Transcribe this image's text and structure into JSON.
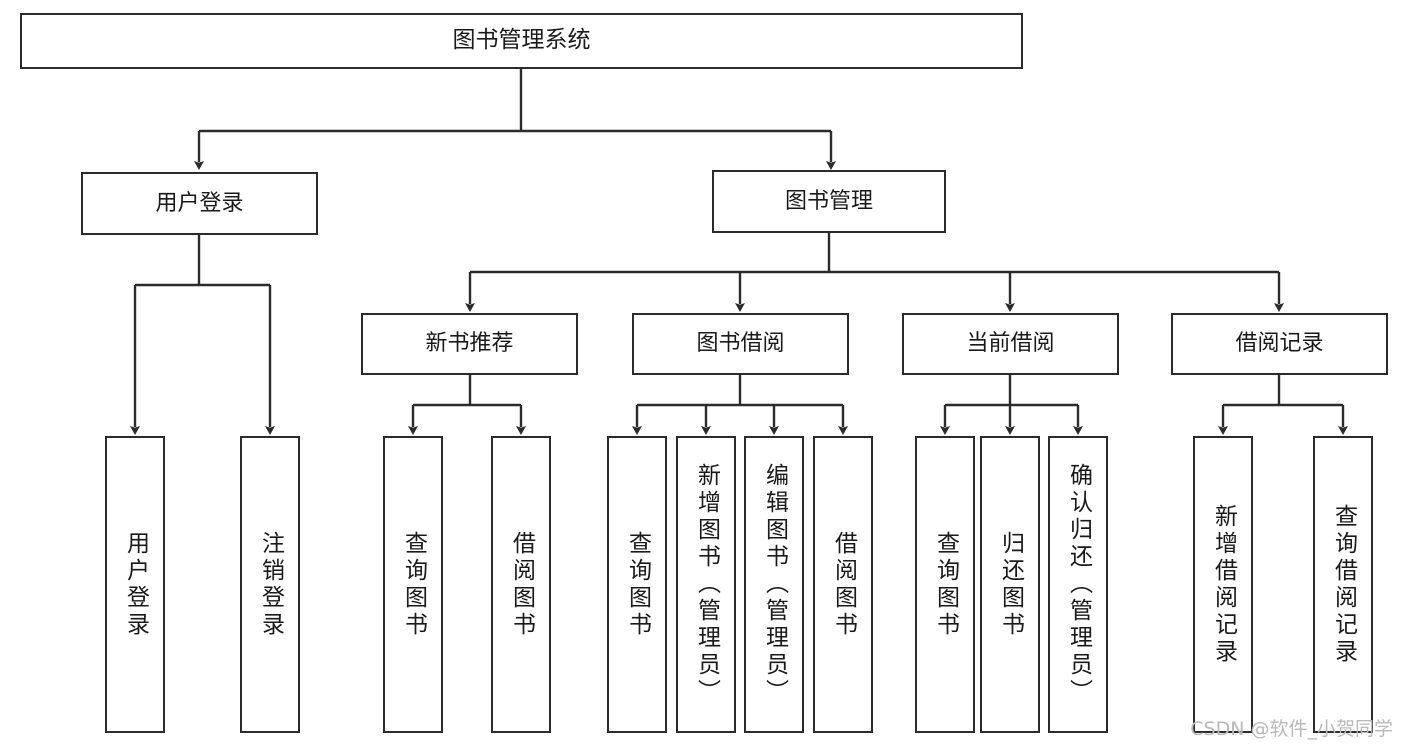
{
  "diagram": {
    "type": "tree",
    "title": "图书管理系统",
    "root": {
      "id": "root",
      "label": "图书管理系统"
    },
    "level1": [
      {
        "id": "user-login",
        "label": "用户登录"
      },
      {
        "id": "book-manage",
        "label": "图书管理"
      }
    ],
    "level2": [
      {
        "id": "new-book-recommend",
        "label": "新书推荐",
        "parent": "book-manage"
      },
      {
        "id": "book-borrow",
        "label": "图书借阅",
        "parent": "book-manage"
      },
      {
        "id": "current-borrow",
        "label": "当前借阅",
        "parent": "book-manage"
      },
      {
        "id": "borrow-record",
        "label": "借阅记录",
        "parent": "book-manage"
      }
    ],
    "leaves": {
      "user-login": [
        {
          "id": "leaf-user-login",
          "label": "用户登录"
        },
        {
          "id": "leaf-user-logout",
          "label": "注销登录"
        }
      ],
      "new-book-recommend": [
        {
          "id": "leaf-query-book-1",
          "label": "查询图书"
        },
        {
          "id": "leaf-borrow-book-1",
          "label": "借阅图书"
        }
      ],
      "book-borrow": [
        {
          "id": "leaf-query-book-2",
          "label": "查询图书"
        },
        {
          "id": "leaf-add-book",
          "label": "新增图书（管理员）"
        },
        {
          "id": "leaf-edit-book",
          "label": "编辑图书（管理员）"
        },
        {
          "id": "leaf-borrow-book-2",
          "label": "借阅图书"
        }
      ],
      "current-borrow": [
        {
          "id": "leaf-query-book-3",
          "label": "查询图书"
        },
        {
          "id": "leaf-return-book",
          "label": "归还图书"
        },
        {
          "id": "leaf-confirm-return",
          "label": "确认归还（管理员）"
        }
      ],
      "borrow-record": [
        {
          "id": "leaf-add-record",
          "label": "新增借阅记录"
        },
        {
          "id": "leaf-query-record",
          "label": "查询借阅记录"
        }
      ]
    },
    "colors": {
      "stroke": "#2b2b2b",
      "fill": "#ffffff",
      "text": "#1a1a1a",
      "watermark": "#b9b9b9"
    }
  },
  "watermark": {
    "text": "CSDN @软件_小贺同学"
  }
}
